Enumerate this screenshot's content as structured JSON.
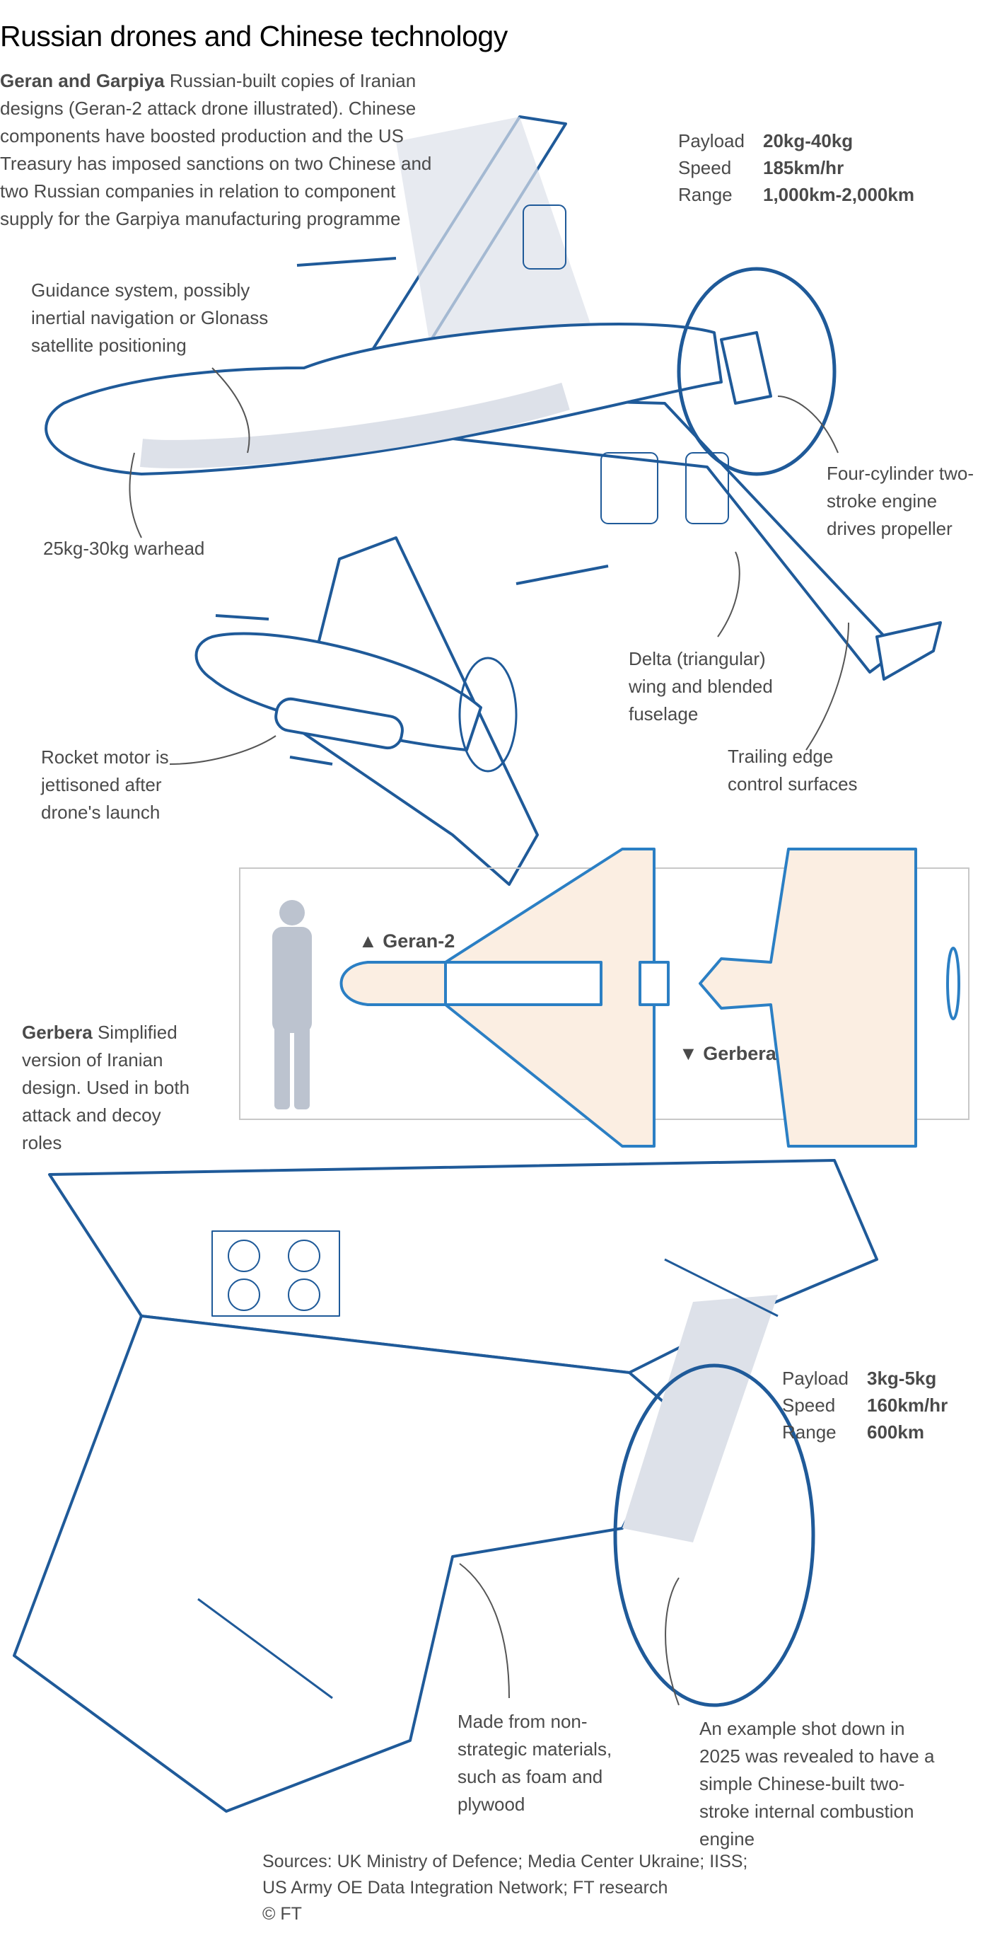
{
  "title": "Russian drones and Chinese technology",
  "geran": {
    "heading": "Geran and Garpiya",
    "description": "Russian-built copies of Iranian designs (Geran-2 attack drone illustrated). Chinese components have boosted production and the US Treasury has imposed sanctions on two Chinese and two Russian companies in relation to component supply for the Garpiya manufacturing programme",
    "specs": [
      {
        "label": "Payload",
        "value": "20kg-40kg"
      },
      {
        "label": "Speed",
        "value": "185km/hr"
      },
      {
        "label": "Range",
        "value": "1,000km-2,000km"
      }
    ],
    "annotations": {
      "guidance": "Guidance system, possibly inertial navigation or Glonass satellite positioning",
      "warhead": "25kg-30kg warhead",
      "engine": "Four-cylinder two-stroke engine drives propeller",
      "wing": "Delta (triangular) wing and blended fuselage",
      "trailing": "Trailing edge control surfaces",
      "rocket": "Rocket motor is jettisoned after drone's launch"
    }
  },
  "comparison": {
    "geran_label": "▲ Geran-2",
    "gerbera_label": "▼ Gerbera"
  },
  "gerbera": {
    "heading": "Gerbera",
    "description": "Simplified version of Iranian design. Used in both attack and decoy roles",
    "specs": [
      {
        "label": "Payload",
        "value": "3kg-5kg"
      },
      {
        "label": "Speed",
        "value": "160km/hr"
      },
      {
        "label": "Range",
        "value": "600km"
      }
    ],
    "annotations": {
      "materials": "Made from non-strategic materials, such as foam and plywood",
      "engine": "An example shot down in 2025 was revealed to have a simple Chinese-built two-stroke internal combustion engine"
    }
  },
  "sources": {
    "line1": "Sources: UK Ministry of Defence; Media Center Ukraine; IISS;",
    "line2": "US Army OE Data Integration Network; FT research",
    "credit": "© FT"
  },
  "colors": {
    "stroke": "#1f5a99",
    "shade": "#dde1e9",
    "tan": "#fbeee2",
    "figure": "#bcc3cf"
  }
}
